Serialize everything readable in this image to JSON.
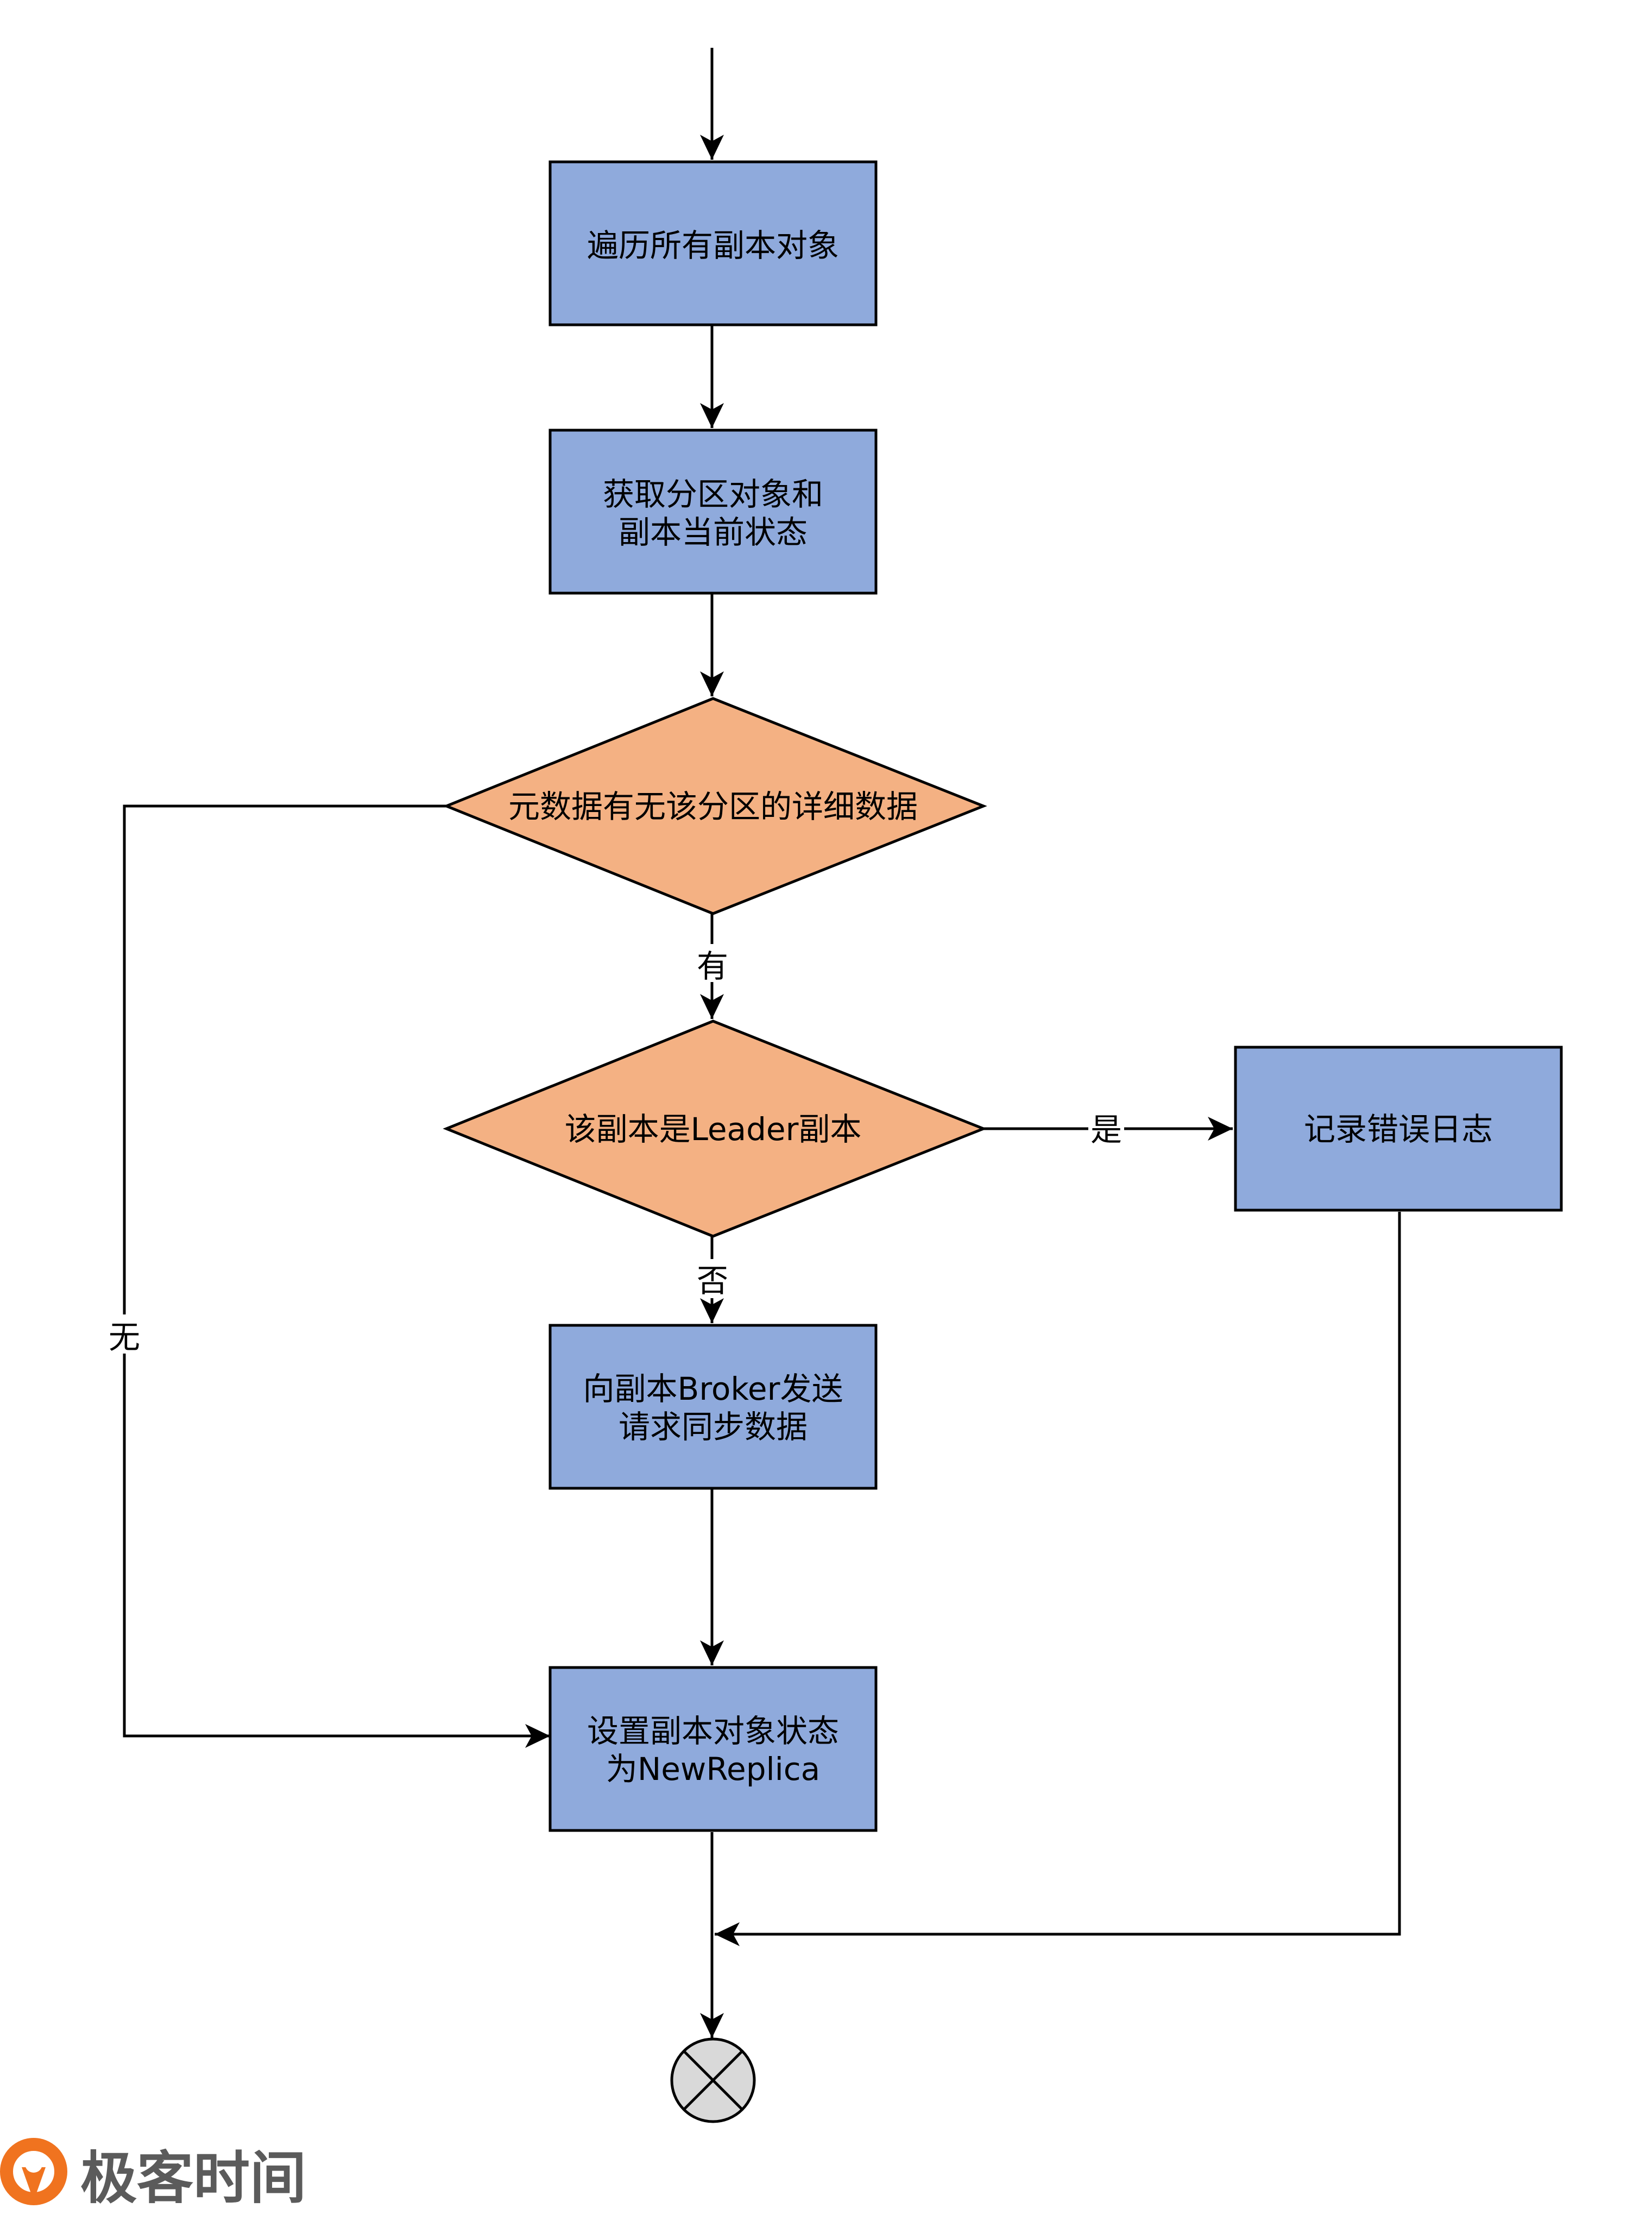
{
  "colors": {
    "process_fill": "#8faadc",
    "decision_fill": "#f4b183",
    "stroke": "#000000",
    "end_fill": "#d9d9d9",
    "logo_orange": "#f0731f",
    "logo_gray": "#5b5b5b"
  },
  "nodes": {
    "traverse": {
      "line1": "遍历所有副本对象"
    },
    "fetch": {
      "line1": "获取分区对象和",
      "line2": "副本当前状态"
    },
    "check_metadata": {
      "line1": "元数据有无该分区的详细数据"
    },
    "check_leader": {
      "line1": "该副本是Leader副本"
    },
    "log_error": {
      "line1": "记录错误日志"
    },
    "send_request": {
      "line1": "向副本Broker发送",
      "line2": "请求同步数据"
    },
    "set_state": {
      "line1": "设置副本对象状态",
      "line2": "为NewReplica"
    }
  },
  "edge_labels": {
    "has": "有",
    "none": "无",
    "yes": "是",
    "no": "否"
  },
  "end_icon": "end-x-circle-icon",
  "logo": {
    "text": "极客时间"
  }
}
